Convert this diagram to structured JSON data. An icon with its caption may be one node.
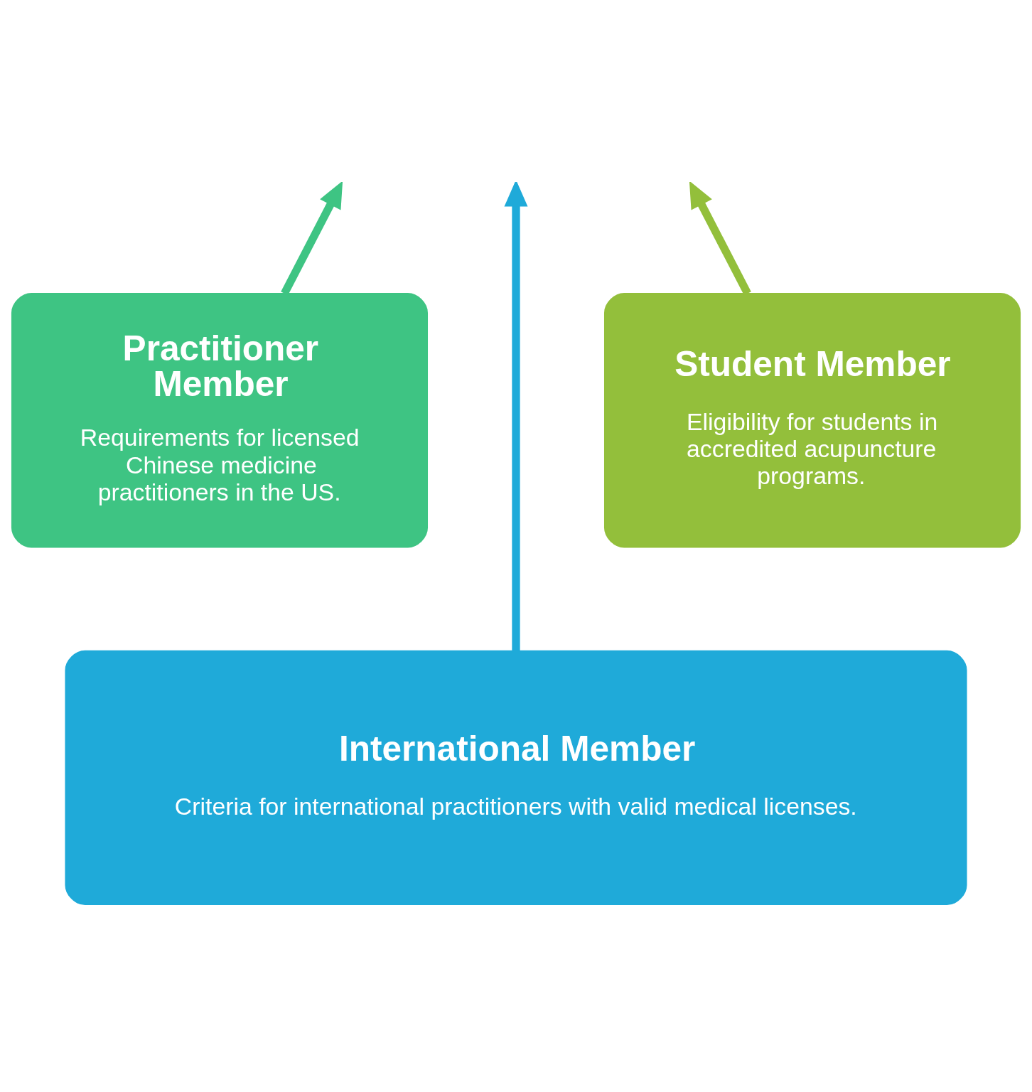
{
  "diagram": {
    "nodes": [
      {
        "text": [
          "Practitioner Member",
          "Requirements for licensed Chinese medicine practitioners in the US."
        ]
      },
      {
        "text": [
          "Student Member",
          "Eligibility for students in accredited acupuncture programs."
        ]
      },
      {
        "text": [
          "International Member",
          "Criteria for international practitioners with valid medical licenses."
        ]
      }
    ],
    "edges": [
      {
        "from": 0,
        "to": null,
        "arrow": "to",
        "color": "#3ec483"
      },
      {
        "from": 2,
        "to": null,
        "arrow": "to",
        "color": "#1faad9"
      },
      {
        "from": 1,
        "to": null,
        "arrow": "to",
        "color": "#93bf3b"
      }
    ]
  }
}
